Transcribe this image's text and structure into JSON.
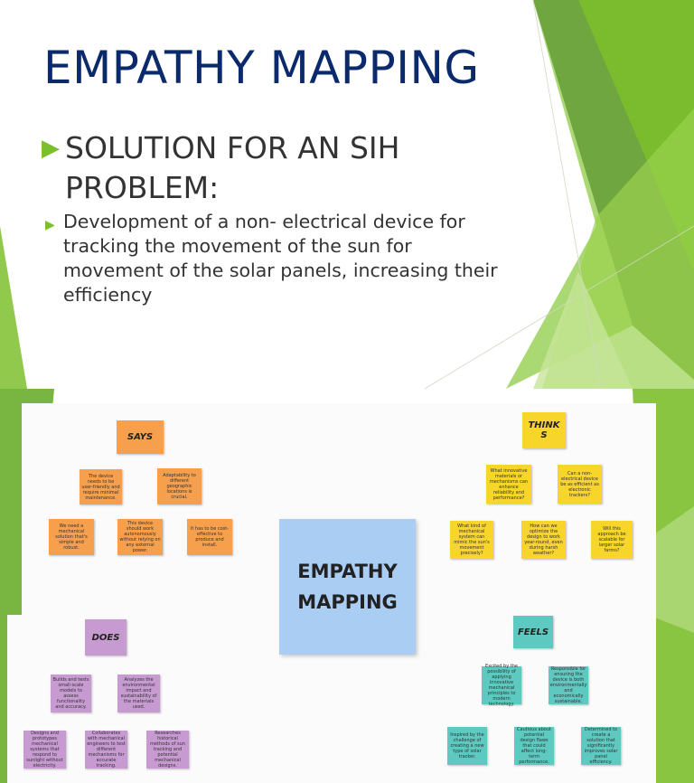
{
  "slide": {
    "title": "EMPATHY MAPPING",
    "bullet1": "SOLUTION FOR AN SIH PROBLEM:",
    "bullet2": "Development of a non- electrical device for tracking the movement of the sun for movement of the solar panels, increasing their efficiency",
    "bullet_icon": "triangle-right-icon"
  },
  "map": {
    "center": {
      "line1": "EMPATHY",
      "line2": "MAPPING"
    },
    "says": {
      "header": "SAYS",
      "notes": [
        "The device needs to be user-friendly and require minimal maintenance.",
        "Adaptability to different geographic locations is crucial.",
        "We need a mechanical solution that's simple and robust.",
        "This device should work autonomously without relying on any external power.",
        "It has to be cost-effective to produce and install."
      ]
    },
    "thinks": {
      "header": "THINK S",
      "notes": [
        "What innovative materials or mechanisms can enhance reliability and performance?",
        "Can a non-electrical device be as efficient as electronic trackers?",
        "What kind of mechanical system can mimic the sun's movement precisely?",
        "How can we optimize the design to work year-round, even during harsh weather?",
        "Will this approach be scalable for larger solar farms?"
      ]
    },
    "does": {
      "header": "DOES",
      "notes": [
        "Builds and tests small-scale models to assess functionality and accuracy.",
        "Analyzes the environmental impact and sustainability of the materials used.",
        "Designs and prototypes mechanical systems that respond to sunlight without electricity.",
        "Collaborates with mechanical engineers to test different mechanisms for accurate tracking.",
        "Researches historical methods of sun tracking and potential mechanical designs."
      ]
    },
    "feels": {
      "header": "FEELS",
      "notes": [
        "Excited by the possibility of applying innovative mechanical principles to modern technology.",
        "Responsible for ensuring the device is both environmentally and economically sustainable.",
        "Inspired by the challenge of creating a new type of solar tracker.",
        "Cautious about potential design flaws that could affect long-term performance.",
        "Determined to create a solution that significantly improves solar panel efficiency."
      ]
    }
  },
  "colors": {
    "title": "#0b2a6b",
    "accent_green": "#7cbf2c",
    "says": "#f6a04d",
    "thinks": "#f7d52a",
    "does": "#c79ad1",
    "feels": "#5ec9c0",
    "center": "#a9cdf3"
  }
}
